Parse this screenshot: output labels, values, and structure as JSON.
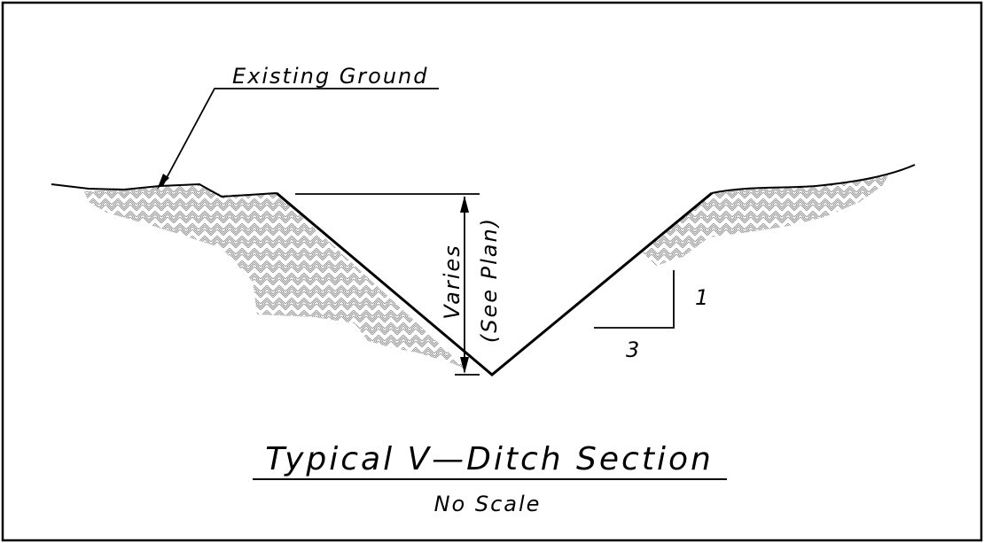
{
  "labels": {
    "existing_ground": "Existing Ground",
    "varies": "Varies",
    "see_plan": "(See Plan)",
    "slope_rise": "1",
    "slope_run": "3"
  },
  "title": {
    "main": "Typical V—Ditch Section",
    "scale_note": "No Scale"
  },
  "colors": {
    "line": "#000000",
    "hatch": "#8c8c8c",
    "background": "#ffffff"
  }
}
